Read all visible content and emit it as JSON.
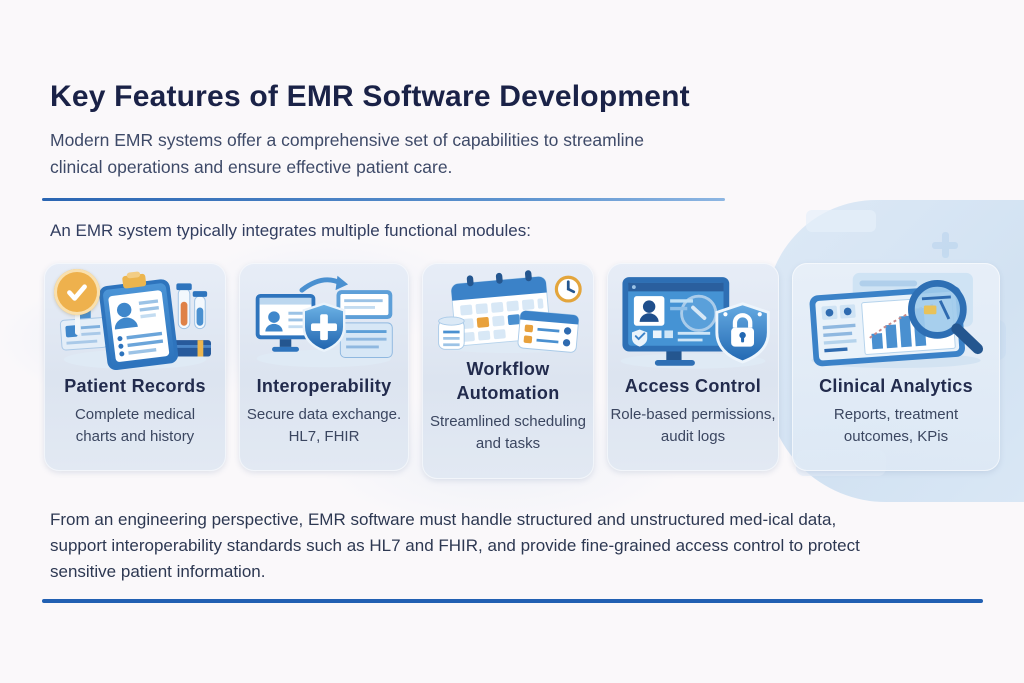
{
  "header": {
    "title": "Key Features of EMR Software Development",
    "subtitle_lines": [
      "Modern EMR systems offer a comprehensive set of capabilities to streamline",
      "clinical operations and ensure effective patient care."
    ]
  },
  "modules_intro": "An EMR system typically integrates multiple functional modules:",
  "cards": [
    {
      "title": "Patient Records",
      "description": "Complete medical charts and history",
      "icon": "patient-records-clipboard-icon",
      "badge_icon": "check-badge-icon"
    },
    {
      "title": "Interoperability",
      "description": "Secure data exchange. HL7, FHIR",
      "icon": "data-exchange-shield-icon"
    },
    {
      "title": "Workflow Automation",
      "description": "Streamlined scheduling and tasks",
      "icon": "calendar-clock-tasks-icon"
    },
    {
      "title": "Access Control",
      "description": "Role-based permissions, audit logs",
      "icon": "monitor-shield-lock-icon"
    },
    {
      "title": "Clinical Analytics",
      "description": "Reports, treatment outcomes, KPis",
      "icon": "analytics-chart-magnifier-icon"
    }
  ],
  "footer": {
    "lines": [
      "From an engineering perspective, EMR software must handle structured and unstructured med-ical data,",
      "support interoperability standards such as HL7 and FHIR, and provide fine-grained access control to protect",
      "sensitive patient information."
    ]
  },
  "colors": {
    "title_navy": "#1a2247",
    "body_text": "#2d3852",
    "divider_blue": "#2a65b2",
    "card_background": "#dfe7f2",
    "illustration_blue": "#3b82c8",
    "accent_gold": "#eeb14d"
  }
}
